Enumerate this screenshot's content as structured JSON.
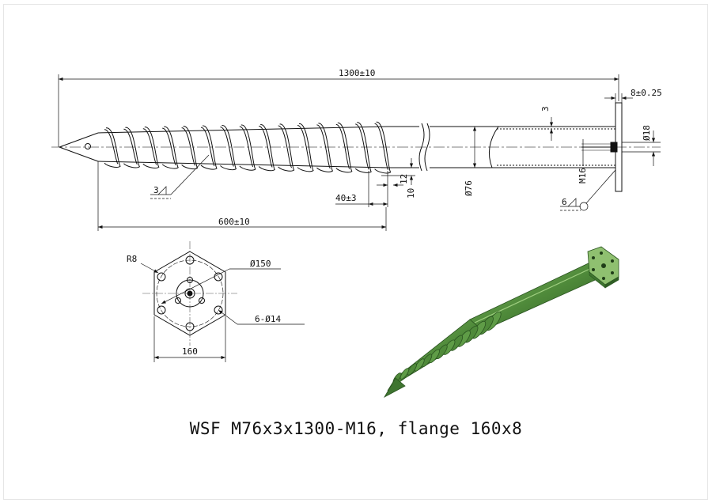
{
  "dimensions": {
    "overall_length": "1300±10",
    "flange_thickness": "8±0.25",
    "wall_thickness": "3",
    "center_hole": "Ø18",
    "thread": "M16",
    "tube_diameter": "Ø76",
    "pitch_gap": "12",
    "helix_height": "10",
    "helix_offset": "40±3",
    "helix_length": "600±10",
    "weld_left": "3",
    "weld_right": "6"
  },
  "flange": {
    "corner_radius": "R8",
    "bolt_circle": "Ø150",
    "bolt_holes": "6-Ø14",
    "width": "160"
  },
  "caption": "WSF M76x3x1300-M16, flange 160x8",
  "colors": {
    "line": "#111111",
    "center_line": "#444444",
    "pile_green": "#4f8a3a",
    "pile_dark": "#2f5e24",
    "pile_light": "#7fb065"
  }
}
